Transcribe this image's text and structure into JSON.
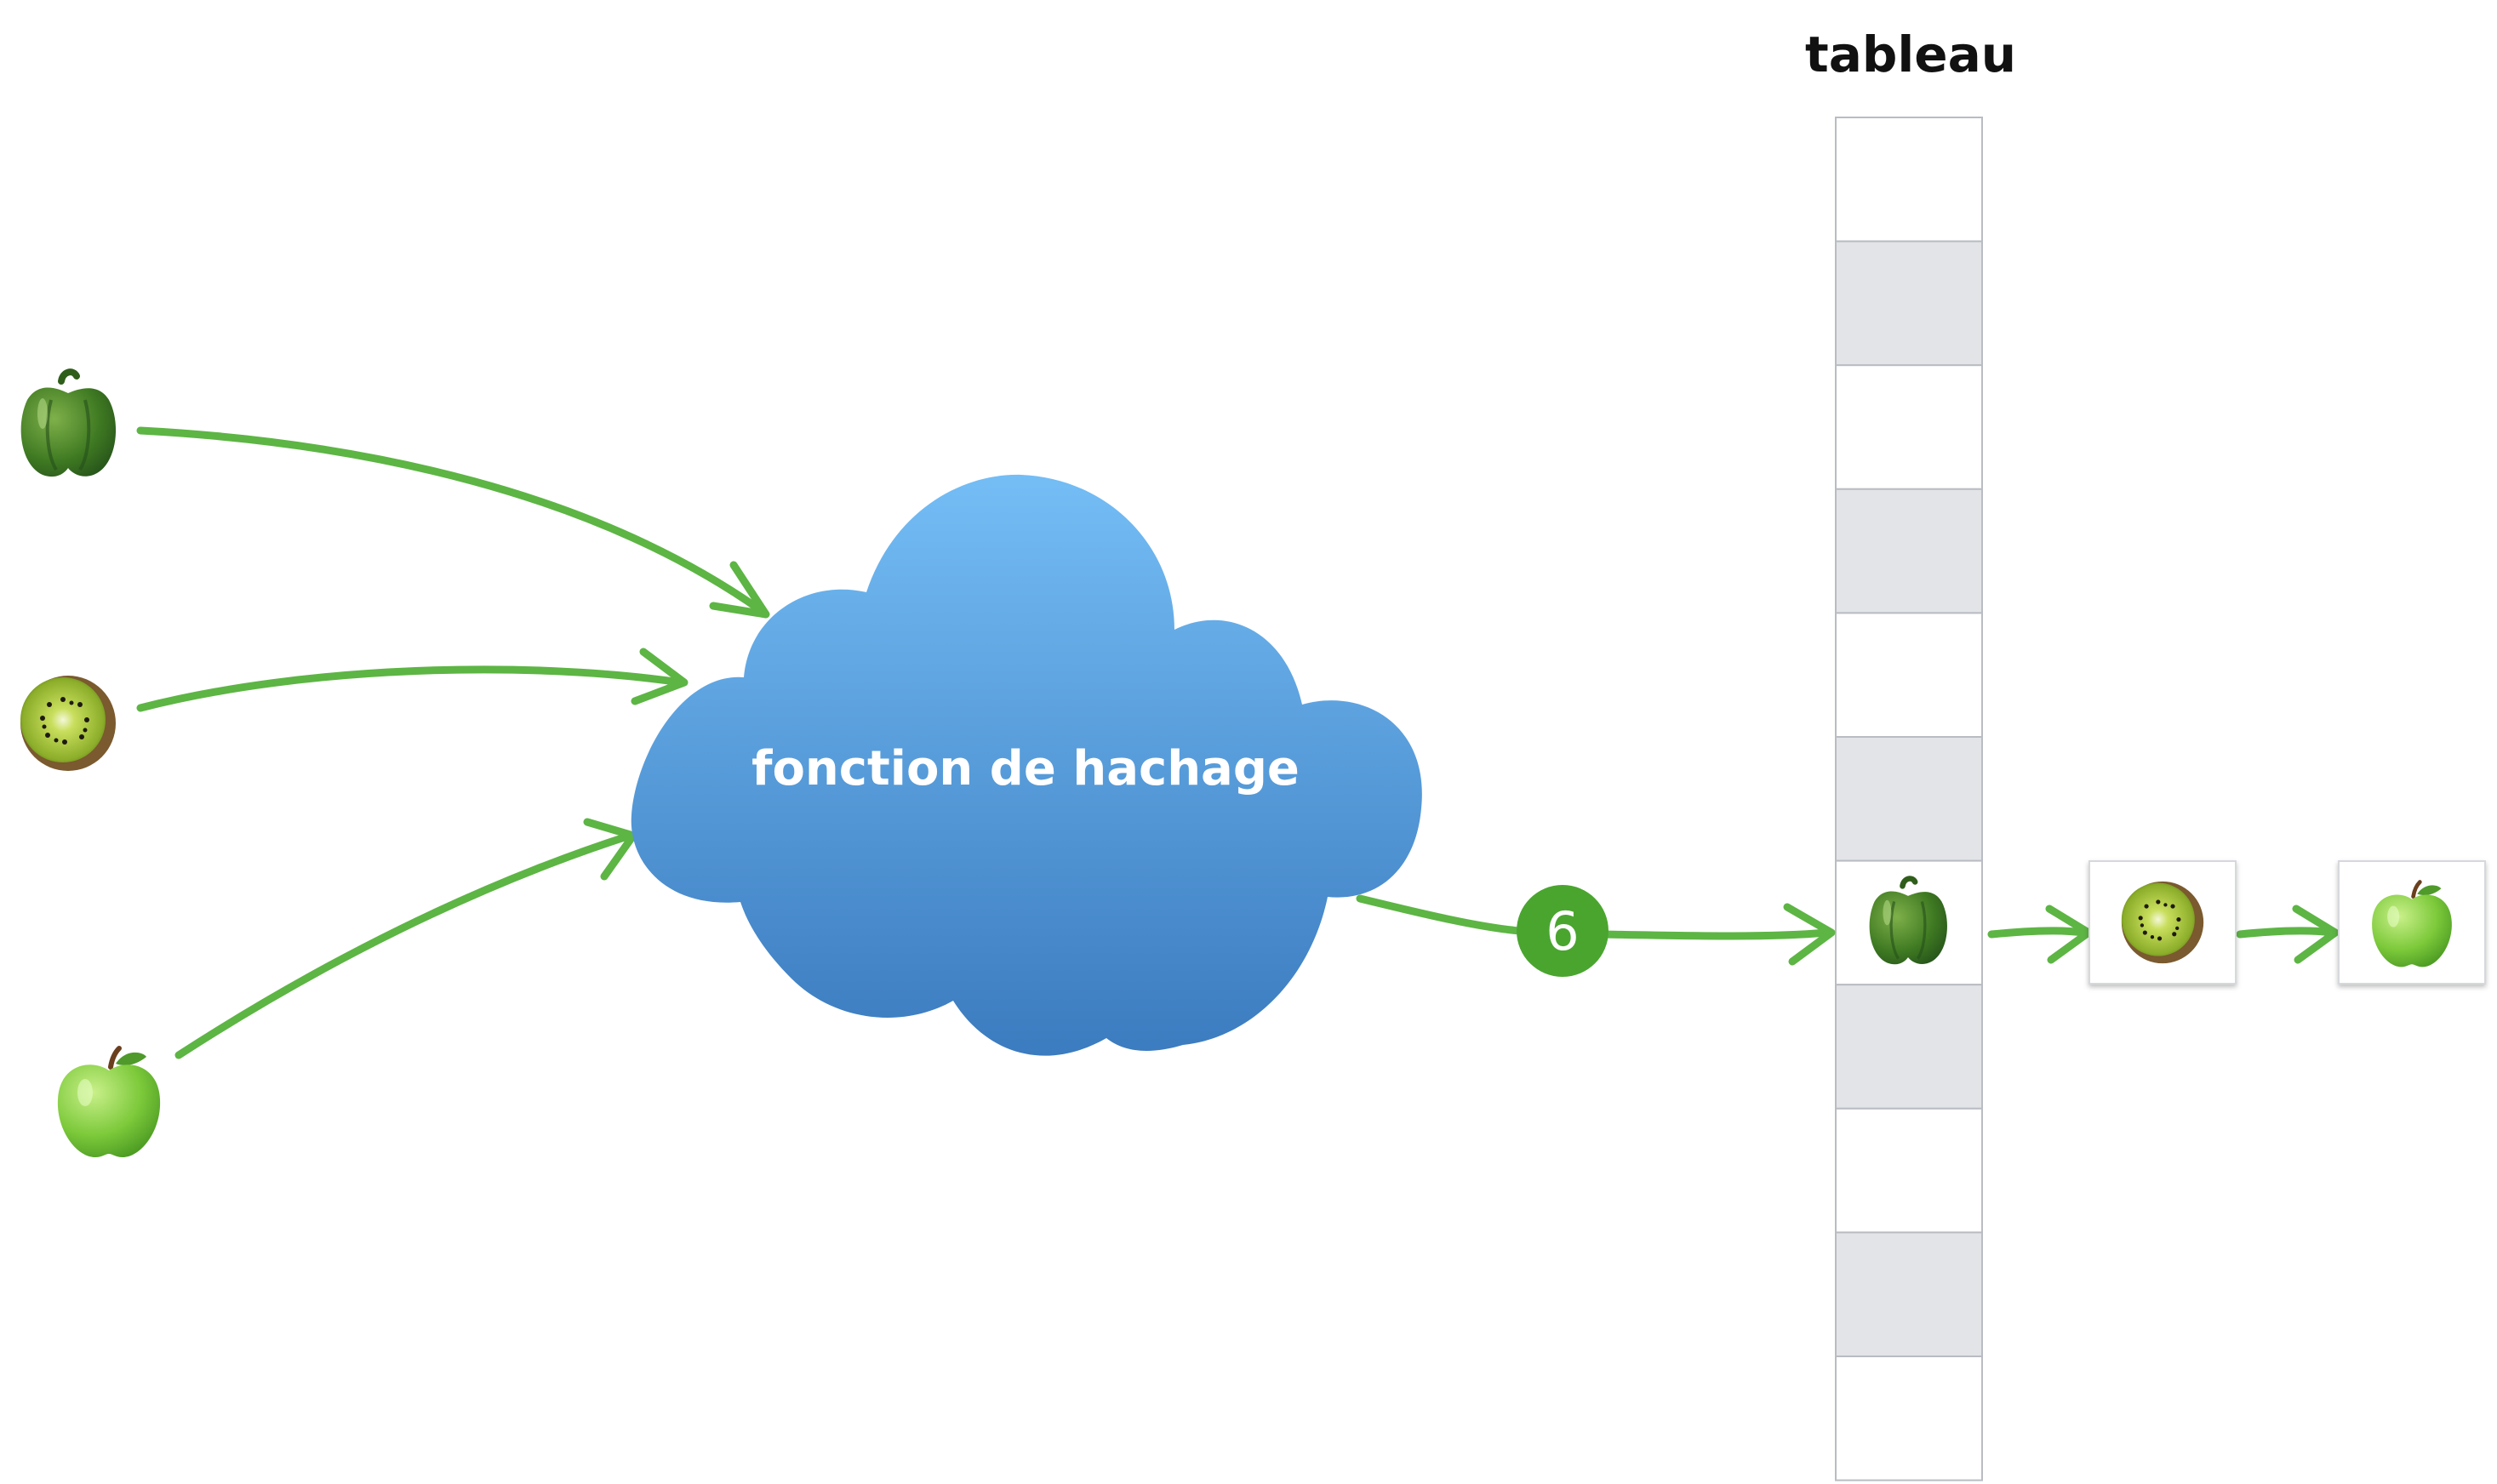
{
  "table": {
    "title": "tableau",
    "slot_count": 11,
    "highlighted_slot": 6
  },
  "hash_function": {
    "label": "fonction de hachage"
  },
  "hash_output": {
    "value": "6"
  },
  "inputs": [
    {
      "icon": "pepper-icon"
    },
    {
      "icon": "kiwi-icon"
    },
    {
      "icon": "apple-icon"
    }
  ],
  "chain": [
    {
      "icon": "pepper-icon"
    },
    {
      "icon": "kiwi-icon"
    },
    {
      "icon": "apple-icon"
    }
  ],
  "colors": {
    "arrow": "#5db544",
    "badge": "#4aa52f",
    "cloud_top": "#74bdf5",
    "cloud_bottom": "#3b7bbf",
    "slot_stripe": "#e3e4e8",
    "slot_border": "#b9bcc2"
  }
}
